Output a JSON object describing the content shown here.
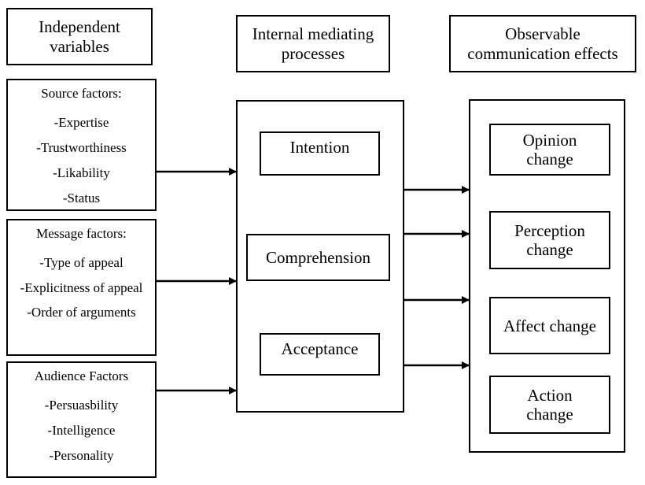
{
  "headers": {
    "independent": "Independent variables",
    "mediating": "Internal mediating processes",
    "effects": "Observable communication effects"
  },
  "source": {
    "title": "Source factors:",
    "items": [
      "-Expertise",
      "-Trustworthiness",
      "-Likability",
      "-Status"
    ]
  },
  "message": {
    "title": "Message factors:",
    "items": [
      "-Type of appeal",
      "-Explicitness of appeal",
      "-Order of arguments"
    ]
  },
  "audience": {
    "title": "Audience Factors",
    "items": [
      "-Persuasbility",
      "-Intelligence",
      "-Personality"
    ]
  },
  "processes": [
    "Intention",
    "Comprehension",
    "Acceptance"
  ],
  "effects": [
    "Opinion change",
    "Perception change",
    "Affect change",
    "Action change"
  ],
  "colors": {
    "line": "#000000",
    "background": "#ffffff"
  }
}
